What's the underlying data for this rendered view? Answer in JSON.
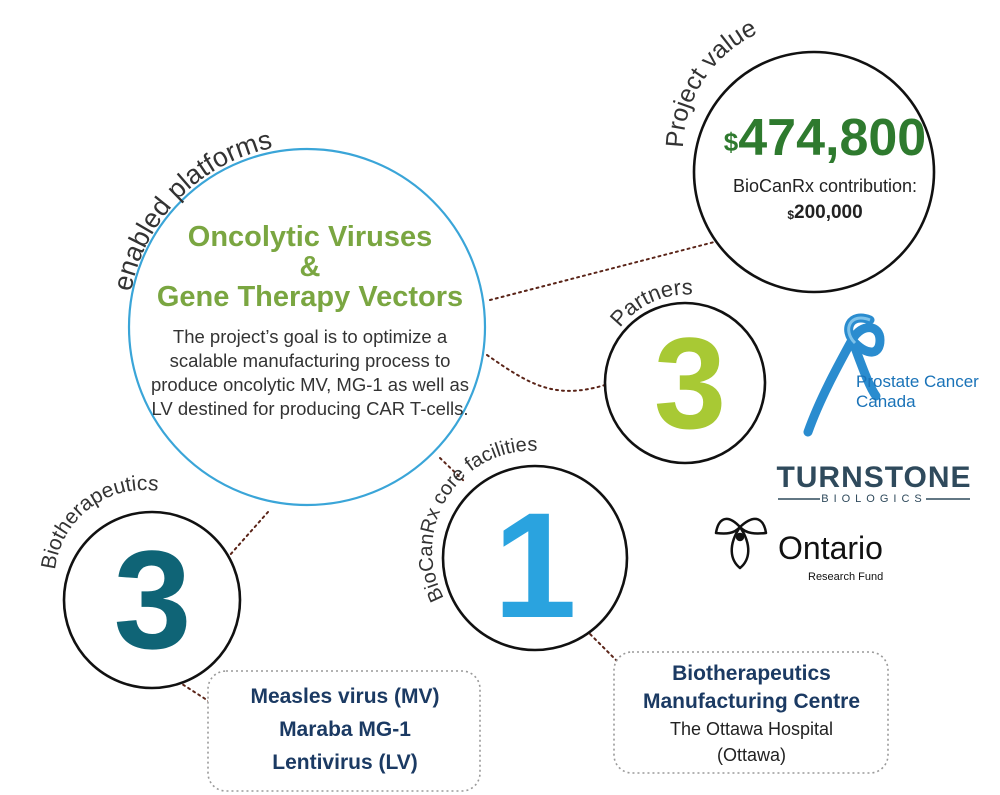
{
  "main": {
    "arc_label": "enabled platforms",
    "title_line1": "Oncolytic Viruses",
    "title_line2": "&",
    "title_line3": "Gene Therapy Vectors",
    "description": "The project’s goal is to optimize a scalable manufacturing process to produce oncolytic MV, MG-1 as well as LV destined for producing CAR T-cells."
  },
  "project_value": {
    "arc_label": "Project value",
    "currency_symbol": "$",
    "amount": "474,800",
    "contribution_label": "BioCanRx contribution:",
    "contribution_currency": "$",
    "contribution_amount": "200,000"
  },
  "partners": {
    "arc_label": "Partners",
    "count": "3",
    "logos": {
      "prostate_cancer_canada": "Prostate Cancer Canada",
      "pcc_line1": "Prostate Cancer",
      "pcc_line2": "Canada",
      "turnstone": "TURNSTONE",
      "turnstone_sub": "BIOLOGICS",
      "ontario": "Ontario",
      "ontario_sub": "Research Fund"
    }
  },
  "biotherapeutics": {
    "arc_label": "Biotherapeutics",
    "count": "3",
    "items": [
      "Measles virus (MV)",
      "Maraba MG-1",
      "Lentivirus (LV)"
    ]
  },
  "core_facilities": {
    "arc_label": "BioCanRx core facilities",
    "count": "1",
    "facility_line1": "Biotherapeutics",
    "facility_line2": "Manufacturing Centre",
    "hospital": "The Ottawa Hospital",
    "city": "(Ottawa)"
  },
  "colors": {
    "main_ring": "#3aa5d8",
    "ring": "#111111",
    "green_title": "#7aa641",
    "value_green": "#2e7a2e",
    "partners_number": "#a8c934",
    "bio_number": "#0f6476",
    "core_number": "#2aa3df",
    "navy_text": "#1b3a63",
    "connector": "#5a2418"
  },
  "icons": [
    "prostate-cancer-ribbon-icon",
    "trillium-icon"
  ]
}
